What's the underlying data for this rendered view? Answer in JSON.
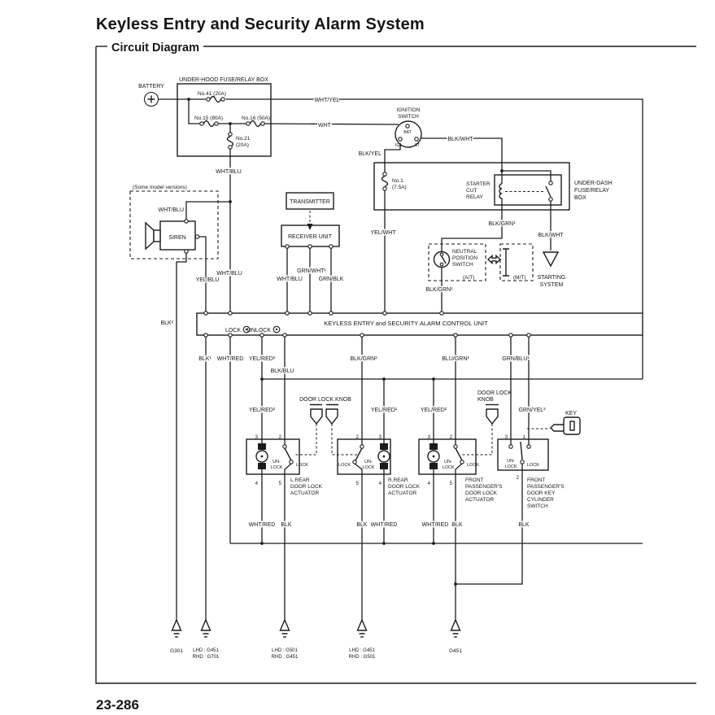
{
  "header": {
    "title": "Keyless Entry and Security Alarm System",
    "subtitle": "Circuit Diagram",
    "page_number": "23-286"
  },
  "components": {
    "battery": "BATTERY",
    "underhood_box": "UNDER-HOOD FUSE/RELAY BOX",
    "fuse41": "No.41 (20A)",
    "fuse15": "No.15 (80A)",
    "fuse16": "No.16 (50A)",
    "fuse21_line1": "No.21",
    "fuse21_line2": "(20A)",
    "fuse1_line1": "No.1",
    "fuse1_line2": "(7.5A)",
    "ignition_line1": "IGNITION",
    "ignition_line2": "SWITCH",
    "term_bat": "BAT",
    "term_ig1": "IG1",
    "term_st": "ST",
    "starter_relay_line1": "STARTER",
    "starter_relay_line2": "CUT",
    "starter_relay_line3": "RELAY",
    "underdash_line1": "UNDER-DASH",
    "underdash_line2": "FUSE/RELAY",
    "underdash_line3": "BOX",
    "neutral_line1": "NEUTRAL",
    "neutral_line2": "POSITION",
    "neutral_line3": "SWITCH",
    "at": "(A/T)",
    "mt": "(M/T)",
    "starting_line1": "STARTING",
    "starting_line2": "SYSTEM",
    "some_models": "(Some model versions)",
    "siren": "SIREN",
    "transmitter": "TRANSMITTER",
    "receiver_unit": "RECEIVER UNIT",
    "control_unit": "KEYLESS ENTRY and SECURITY ALARM CONTROL UNIT",
    "lock": "LOCK",
    "unlock": "UNLOCK",
    "door_lock_knob": "DOOR LOCK KNOB",
    "door_lock": "DOOR LOCK",
    "knob": "KNOB",
    "key": "KEY",
    "un_prefix": "UN-",
    "l_rear": "L.REAR",
    "r_rear": "R.REAR",
    "front": "FRONT",
    "passengers": "PASSENGER'S",
    "actuator": "ACTUATOR",
    "door_key": "DOOR KEY",
    "cylinder": "CYLINDER",
    "switch": "SWITCH"
  },
  "wires": {
    "wht_yel": "WHT/YEL",
    "wht": "WHT",
    "wht_blu": "WHT/BLU",
    "blk_yel": "BLK/YEL",
    "blk_wht": "BLK/WHT",
    "yel_wht": "YEL/WHT",
    "blk_grn1": "BLK/GRN¹",
    "yel_blu": "YEL/BLU",
    "blk2": "BLK²",
    "blk1": "BLK¹",
    "grn_wht1": "GRN/WHT¹",
    "grn_blk": "GRN/BLK",
    "wht_red": "WHT/RED",
    "yel_red2": "YEL/RED²",
    "blk_blu": "BLK/BLU",
    "blk_grn2": "BLK/GRN²",
    "blu_grn2": "BLU/GRN²",
    "grn_blu1": "GRN/BLU¹",
    "grn_yel2": "GRN/YEL²",
    "blk": "BLK"
  },
  "terminals": {
    "t1": "1",
    "t2": "2",
    "t3": "3",
    "t4": "4",
    "t5": "5"
  },
  "grounds": {
    "g301": "G301",
    "g451": "G451",
    "lhd_g451": "LHD : G451",
    "rhd_g701": "RHD : G701",
    "lhd_g501": "LHD : G501",
    "rhd_g451": "RHD : G451",
    "rhd_g501": "RHD : G501"
  }
}
